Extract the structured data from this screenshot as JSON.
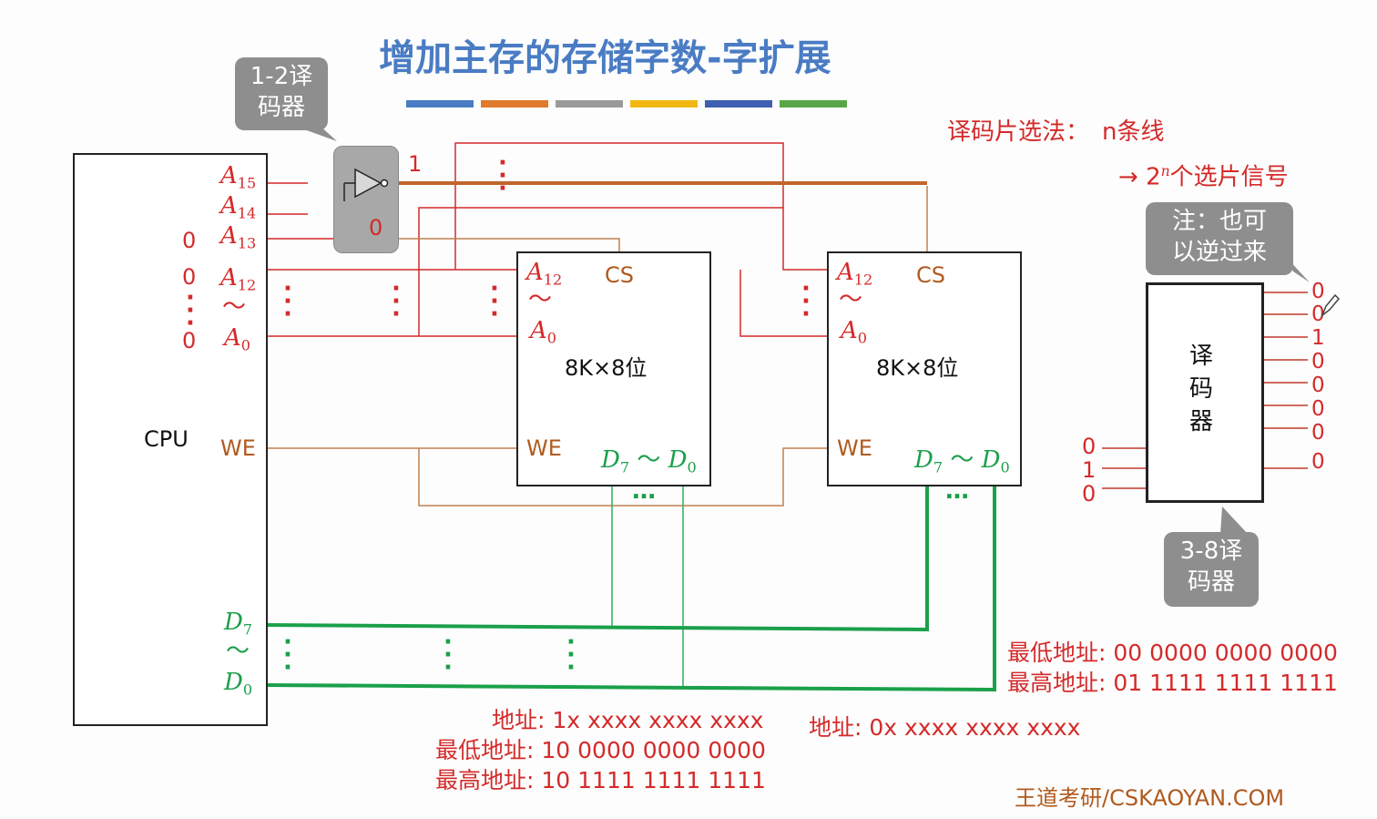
{
  "title": "增加主存的存储字数-字扩展",
  "watermark": "王道考研/CSKAOYAN.COM",
  "title_bar_colors": [
    "#4a7cc4",
    "#e07a2e",
    "#9a9a9a",
    "#f2b813",
    "#3e5fb0",
    "#5aa548"
  ],
  "callouts": {
    "decoder12": "1-2译\n码器",
    "note": "注：也可\n以逆过来",
    "decoder38": "3-8译\n码器"
  },
  "right_notes": {
    "line1_label": "译码片选法：",
    "line1_value": "n条线",
    "line2_arrow": "→",
    "line2_base": "2",
    "line2_sup": "n",
    "line2_rest": "个选片信号"
  },
  "cpu": {
    "label": "CPU",
    "a_prefix": "A",
    "a15_sub": "15",
    "a14_sub": "14",
    "a13_sub": "13",
    "a12_sub": "12",
    "a0_sub": "0",
    "tilde": "～",
    "we": "WE",
    "d_prefix": "D",
    "d7_sub": "7",
    "d0_sub": "0",
    "bits_left": [
      "0",
      "0",
      "0"
    ]
  },
  "inverter": {
    "out1": "1",
    "out0": "0"
  },
  "chips": [
    {
      "a12": "12",
      "a0": "0",
      "cs": "CS",
      "label": "8K×8位",
      "we": "WE",
      "d7": "7",
      "d0": "0"
    },
    {
      "a12": "12",
      "a0": "0",
      "cs": "CS",
      "label": "8K×8位",
      "we": "WE",
      "d7": "7",
      "d0": "0"
    }
  ],
  "decoder38": {
    "label_chars": [
      "译",
      "码",
      "器"
    ],
    "inputs": [
      "0",
      "1",
      "0"
    ],
    "outputs": [
      "0",
      "0",
      "1",
      "0",
      "0",
      "0",
      "0",
      "0"
    ]
  },
  "addr_chip1": {
    "addr": "地址: 1x xxxx xxxx xxxx",
    "low": "最低地址: 10 0000 0000 0000",
    "high": "最高地址: 10 1111 1111 1111"
  },
  "addr_chip2": {
    "addr": "地址: 0x xxxx xxxx xxxx",
    "low": "最低地址: 00 0000 0000 0000",
    "high": "最高地址: 01 1111 1111 1111"
  },
  "ellipsis": "…"
}
